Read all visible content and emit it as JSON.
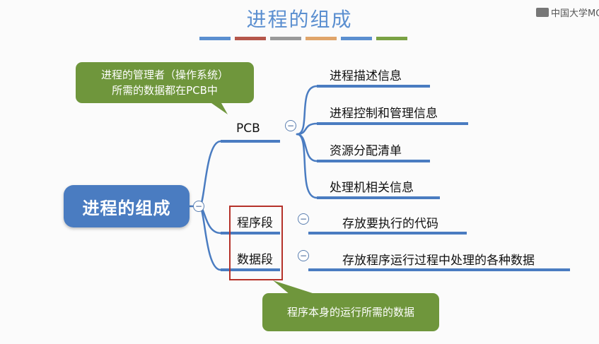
{
  "title": "进程的组成",
  "watermark": "中国大学MOOC",
  "color_bars": [
    "#5b8fd0",
    "#b5574b",
    "#9a9a9a",
    "#e0a56a",
    "#5b8fd0",
    "#7aa244"
  ],
  "root": {
    "label": "进程的组成"
  },
  "branches": {
    "pcb": {
      "label": "PCB",
      "children": [
        "进程描述信息",
        "进程控制和管理信息",
        "资源分配清单",
        "处理机相关信息"
      ]
    },
    "program": {
      "label": "程序段",
      "child": "存放要执行的代码"
    },
    "data": {
      "label": "数据段",
      "child": "存放程序运行过程中处理的各种数据"
    }
  },
  "callouts": {
    "top": {
      "line1": "进程的管理者（操作系统）",
      "line2": "所需的数据都在PCB中"
    },
    "bottom": {
      "text": "程序本身的运行所需的数据"
    }
  },
  "collapse_symbol": "−",
  "colors": {
    "line": "#4a7cc1",
    "callout": "#6f963c",
    "highlight_box": "#b5322a",
    "title": "#5b8fd0"
  }
}
